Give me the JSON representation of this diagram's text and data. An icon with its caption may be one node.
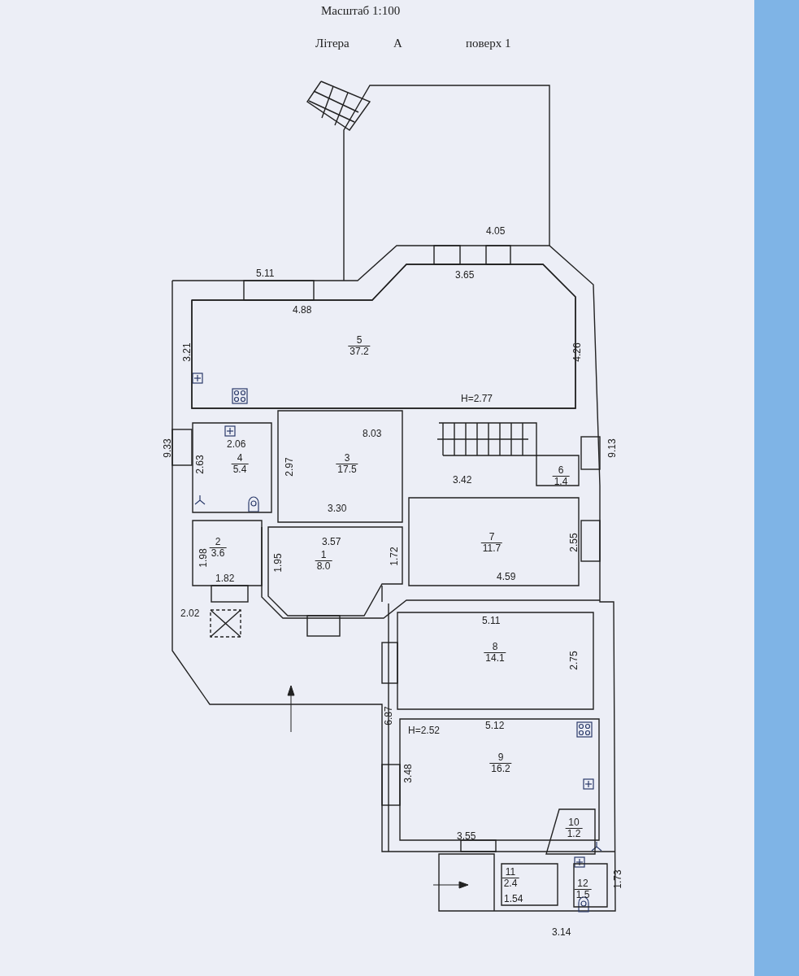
{
  "diagram": {
    "title": "Масштаб 1:100",
    "nodes": [
      {
        "text": [
          "5",
          "37.2"
        ]
      },
      {
        "text": [
          "4",
          "5.4"
        ]
      },
      {
        "text": [
          "3",
          "17.5"
        ]
      },
      {
        "text": [
          "6",
          "1.4"
        ]
      },
      {
        "text": [
          "2",
          "3.6"
        ]
      },
      {
        "text": [
          "1",
          "8.0"
        ]
      },
      {
        "text": [
          "7",
          "11.7"
        ]
      },
      {
        "text": [
          "8",
          "14.1"
        ]
      },
      {
        "text": [
          "9",
          "16.2"
        ]
      },
      {
        "text": [
          "10",
          "1.2"
        ]
      },
      {
        "text": [
          "11",
          "2.4"
        ]
      },
      {
        "text": [
          "12",
          "1.5"
        ]
      }
    ],
    "labels": [
      "Літера",
      "А",
      "поверх 1",
      "4.05",
      "5.11",
      "3.65",
      "4.88",
      "3.21",
      "4.26",
      "H=2.77",
      "8.03",
      "2.06",
      "9.33",
      "9.13",
      "2.63",
      "2.97",
      "3.42",
      "3.30",
      "3.57",
      "1.98",
      "1.95",
      "1.72",
      "2.55",
      "1.82",
      "4.59",
      "2.02",
      "5.11",
      "2.75",
      "6.87",
      "5.12",
      "H=2.52",
      "3.48",
      "3.55",
      "1.54",
      "1.73",
      "3.14"
    ]
  }
}
